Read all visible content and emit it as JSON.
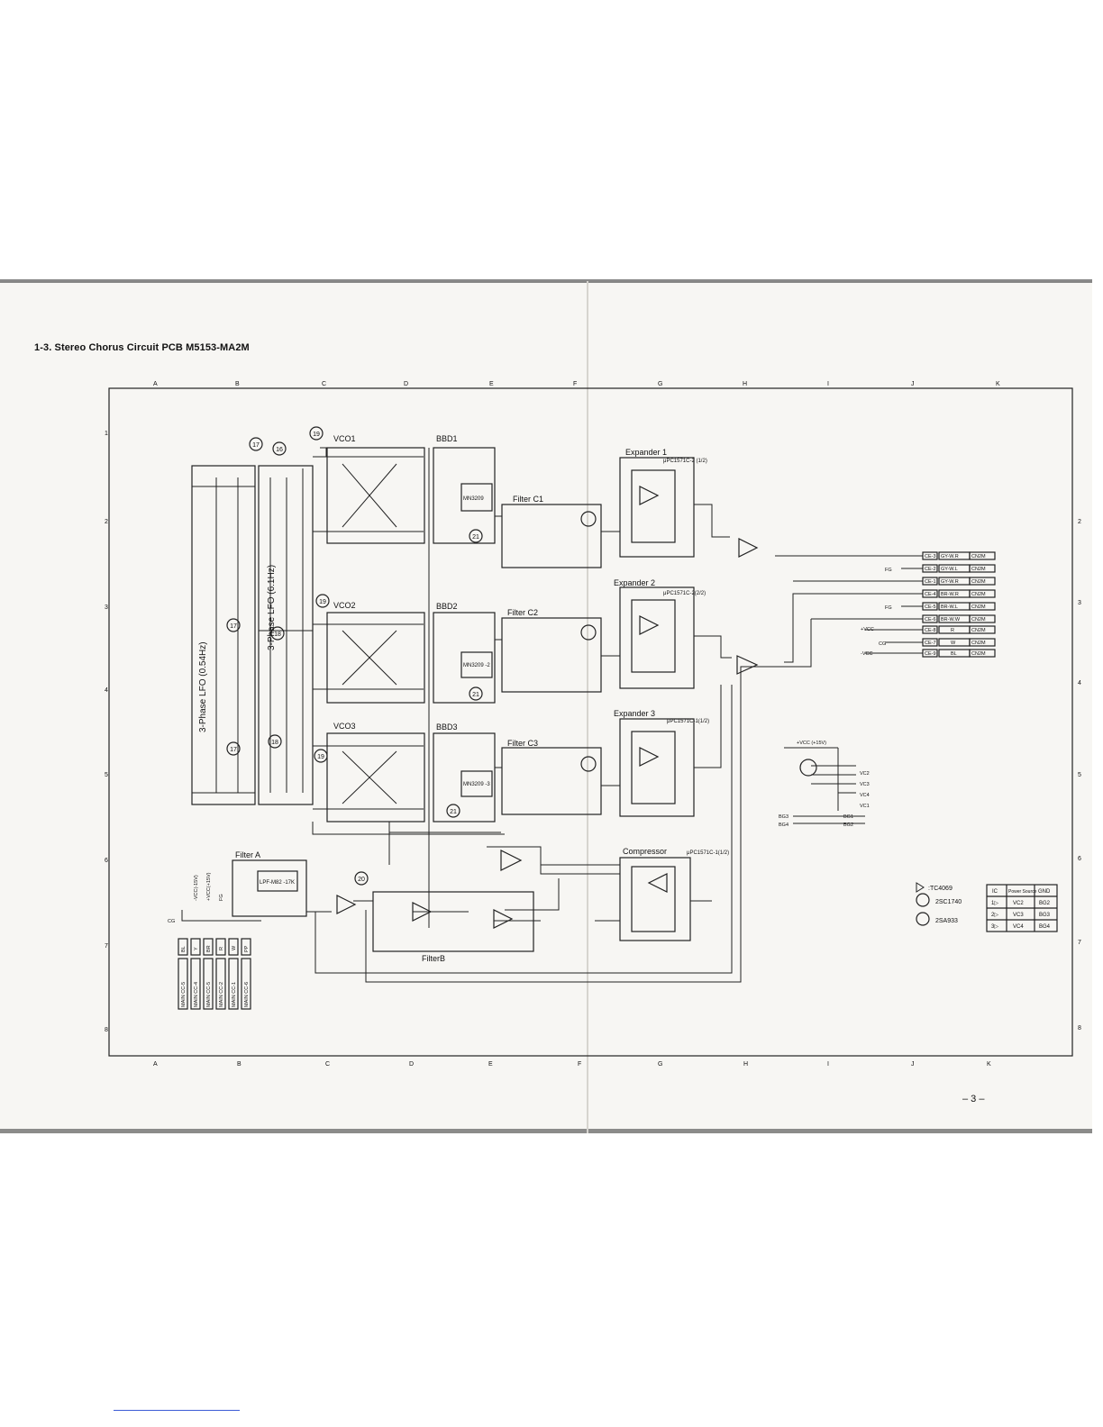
{
  "title": "1-3. Stereo Chorus Circuit PCB M5153-MA2M",
  "page_number": "– 3 –",
  "grid": {
    "columns": [
      "A",
      "B",
      "C",
      "D",
      "E",
      "F",
      "G",
      "H",
      "I",
      "J",
      "K"
    ],
    "rows": [
      "1",
      "2",
      "3",
      "4",
      "5",
      "6",
      "7",
      "8"
    ]
  },
  "blocks": {
    "lfo1": "3-Phase LFO (0.54Hz)",
    "lfo2": "3-Phase LFO (6.1Hz)",
    "vco1": "VCO1",
    "vco2": "VCO2",
    "vco3": "VCO3",
    "bbd1": "BBD1",
    "bbd2": "BBD2",
    "bbd3": "BBD3",
    "filter_c1": "Filter C1",
    "filter_c2": "Filter C2",
    "filter_c3": "Filter C3",
    "expander1": "Expander 1",
    "expander2": "Expander 2",
    "expander3": "Expander 3",
    "filter_a": "Filter A",
    "filter_b": "FilterB",
    "compressor": "Compressor"
  },
  "chips": {
    "mn3209_1": "MN3209",
    "mn3209_2": "MN3209 -2",
    "mn3209_3": "MN3209 -3",
    "lpf": "LPF-M82 -17K",
    "exp1_part": "μPC1571C-2 (1/2)",
    "exp2_part": "μPC1571C-2(2/2)",
    "exp3_part": "μPC1571C-1(1/2)",
    "comp_part": "μPC1571C-1(1/2)"
  },
  "markers": [
    "17",
    "16",
    "19",
    "19",
    "17",
    "18",
    "19",
    "17",
    "18",
    "21",
    "21",
    "21",
    "20"
  ],
  "connectors": [
    {
      "pin": "CE-3",
      "wire": "GY-W.R",
      "plug": "CN2M"
    },
    {
      "pin": "CE-2",
      "wire": "GY-W.L",
      "plug": "CN2M"
    },
    {
      "pin": "CE-1",
      "wire": "GY-W.R",
      "plug": "CN2M"
    },
    {
      "pin": "CE-4",
      "wire": "BR-W.R",
      "plug": "CN2M"
    },
    {
      "pin": "CE-5",
      "wire": "BR-W.L",
      "plug": "CN2M"
    },
    {
      "pin": "CE-6",
      "wire": "BR-W.W",
      "plug": "CN2M"
    },
    {
      "pin": "CE-8",
      "wire": "R",
      "plug": "CN2M"
    },
    {
      "pin": "CE-7",
      "wire": "W",
      "plug": "CN2M"
    },
    {
      "pin": "CE-9",
      "wire": "BL",
      "plug": "CN2M"
    }
  ],
  "connector_labels": {
    "fg1": "FG",
    "fg2": "FG",
    "vcc_plus": "+VCC",
    "cg": "CG",
    "vcc_minus": "-VCC"
  },
  "left_connectors": [
    "MAIN CC-5",
    "MAIN CC-4",
    "MAIN CC-5",
    "MAIN CC-2",
    "MAIN CC-1",
    "MAIN CC-6"
  ],
  "left_connector_pins": [
    "BL",
    "Y",
    "BR",
    "R",
    "W",
    "PP"
  ],
  "power_labels": {
    "vcc_minus": "-VCC(-15V)",
    "vcc_plus": "+VCC(+15V)",
    "fg": "FG",
    "cg": "CG",
    "vcc_supply": "+VCC (+15V)"
  },
  "supply_outputs": [
    "VC2",
    "VC3",
    "VC4",
    "VC1"
  ],
  "supply_grounds": [
    "BG3",
    "BG4",
    "BG1",
    "BG2"
  ],
  "legend_symbols": [
    {
      "symbol": "inverter",
      "part": ":TC4069"
    },
    {
      "symbol": "npn",
      "part": "2SC1740"
    },
    {
      "symbol": "pnp",
      "part": "2SA933"
    }
  ],
  "ic_table": {
    "headers": [
      "IC",
      "Power Source",
      "GND"
    ],
    "rows": [
      [
        "1▷",
        "VC2",
        "BG2"
      ],
      [
        "2▷",
        "VC3",
        "BG3"
      ],
      [
        "3▷",
        "VC4",
        "BG4"
      ]
    ]
  }
}
